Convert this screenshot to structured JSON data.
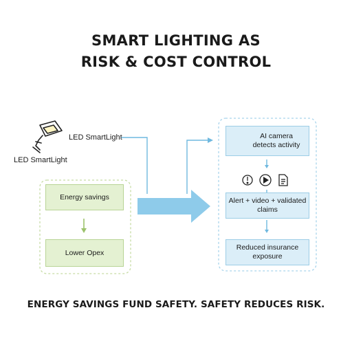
{
  "title": {
    "line1": "SMART LIGHTING AS",
    "line2": "RISK & COST CONTROL"
  },
  "device": {
    "label_right": "LED SmartLight",
    "label_below": "LED SmartLight",
    "icon": "led-street-light-icon"
  },
  "left_group": {
    "boxes": [
      "Energy savings",
      "Lower Opex"
    ]
  },
  "right_group": {
    "camera_box": "AI camera\ndetects activity",
    "alert_box": "Alert + video + validated\nclaims",
    "insurance_box": "Reduced insurance\nexposure",
    "icons": [
      "alert-icon",
      "play-video-icon",
      "document-icon"
    ]
  },
  "footer": "ENERGY SAVINGS FUND SAFETY. SAFETY REDUCES RISK.",
  "colors": {
    "green_fill": "#e4f1d2",
    "blue_fill": "#dbeef8",
    "arrow_blue": "#8ecbea",
    "connector_blue": "#6fb8df"
  }
}
